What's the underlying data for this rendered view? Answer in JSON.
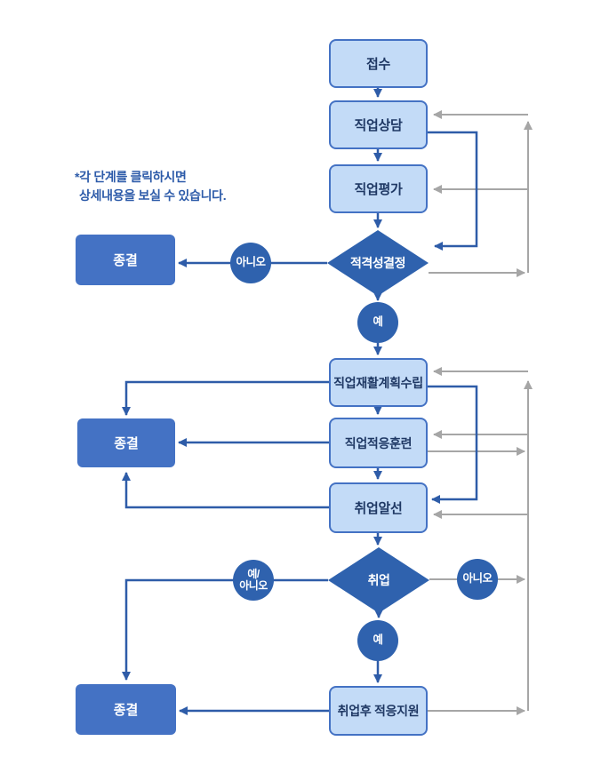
{
  "note": {
    "line1": "*각 단계를 클릭하시면",
    "line2": "상세내용을 보실 수 있습니다."
  },
  "nodes": {
    "reception": "접수",
    "counseling": "직업상담",
    "evaluation": "직업평가",
    "eligibility": "적격성결정",
    "termination_top": "종결",
    "termination_mid": "종결",
    "termination_bottom": "종결",
    "rehab_plan": "직업재활계획수립",
    "training": "직업적응훈련",
    "placement": "취업알선",
    "employment": "취업",
    "support": "취업후 적응지원"
  },
  "connector_labels": {
    "no_top": "아니오",
    "yes_top": "예",
    "yes_no_line1": "예/",
    "yes_no_line2": "아니오",
    "no_bottom": "아니오",
    "yes_bottom": "예"
  },
  "colors": {
    "stage_fill": "#C3DBF7",
    "stage_border": "#4472C4",
    "stage_text": "#1F3864",
    "end_fill": "#4472C4",
    "decision_fill": "#2F62AE",
    "label_circle_fill": "#2F62AE",
    "shape_text": "#FFFFFF",
    "blue_connector": "#2E5CA8",
    "gray_connector": "#A6A6A6",
    "note_text": "#2D5BA9"
  }
}
